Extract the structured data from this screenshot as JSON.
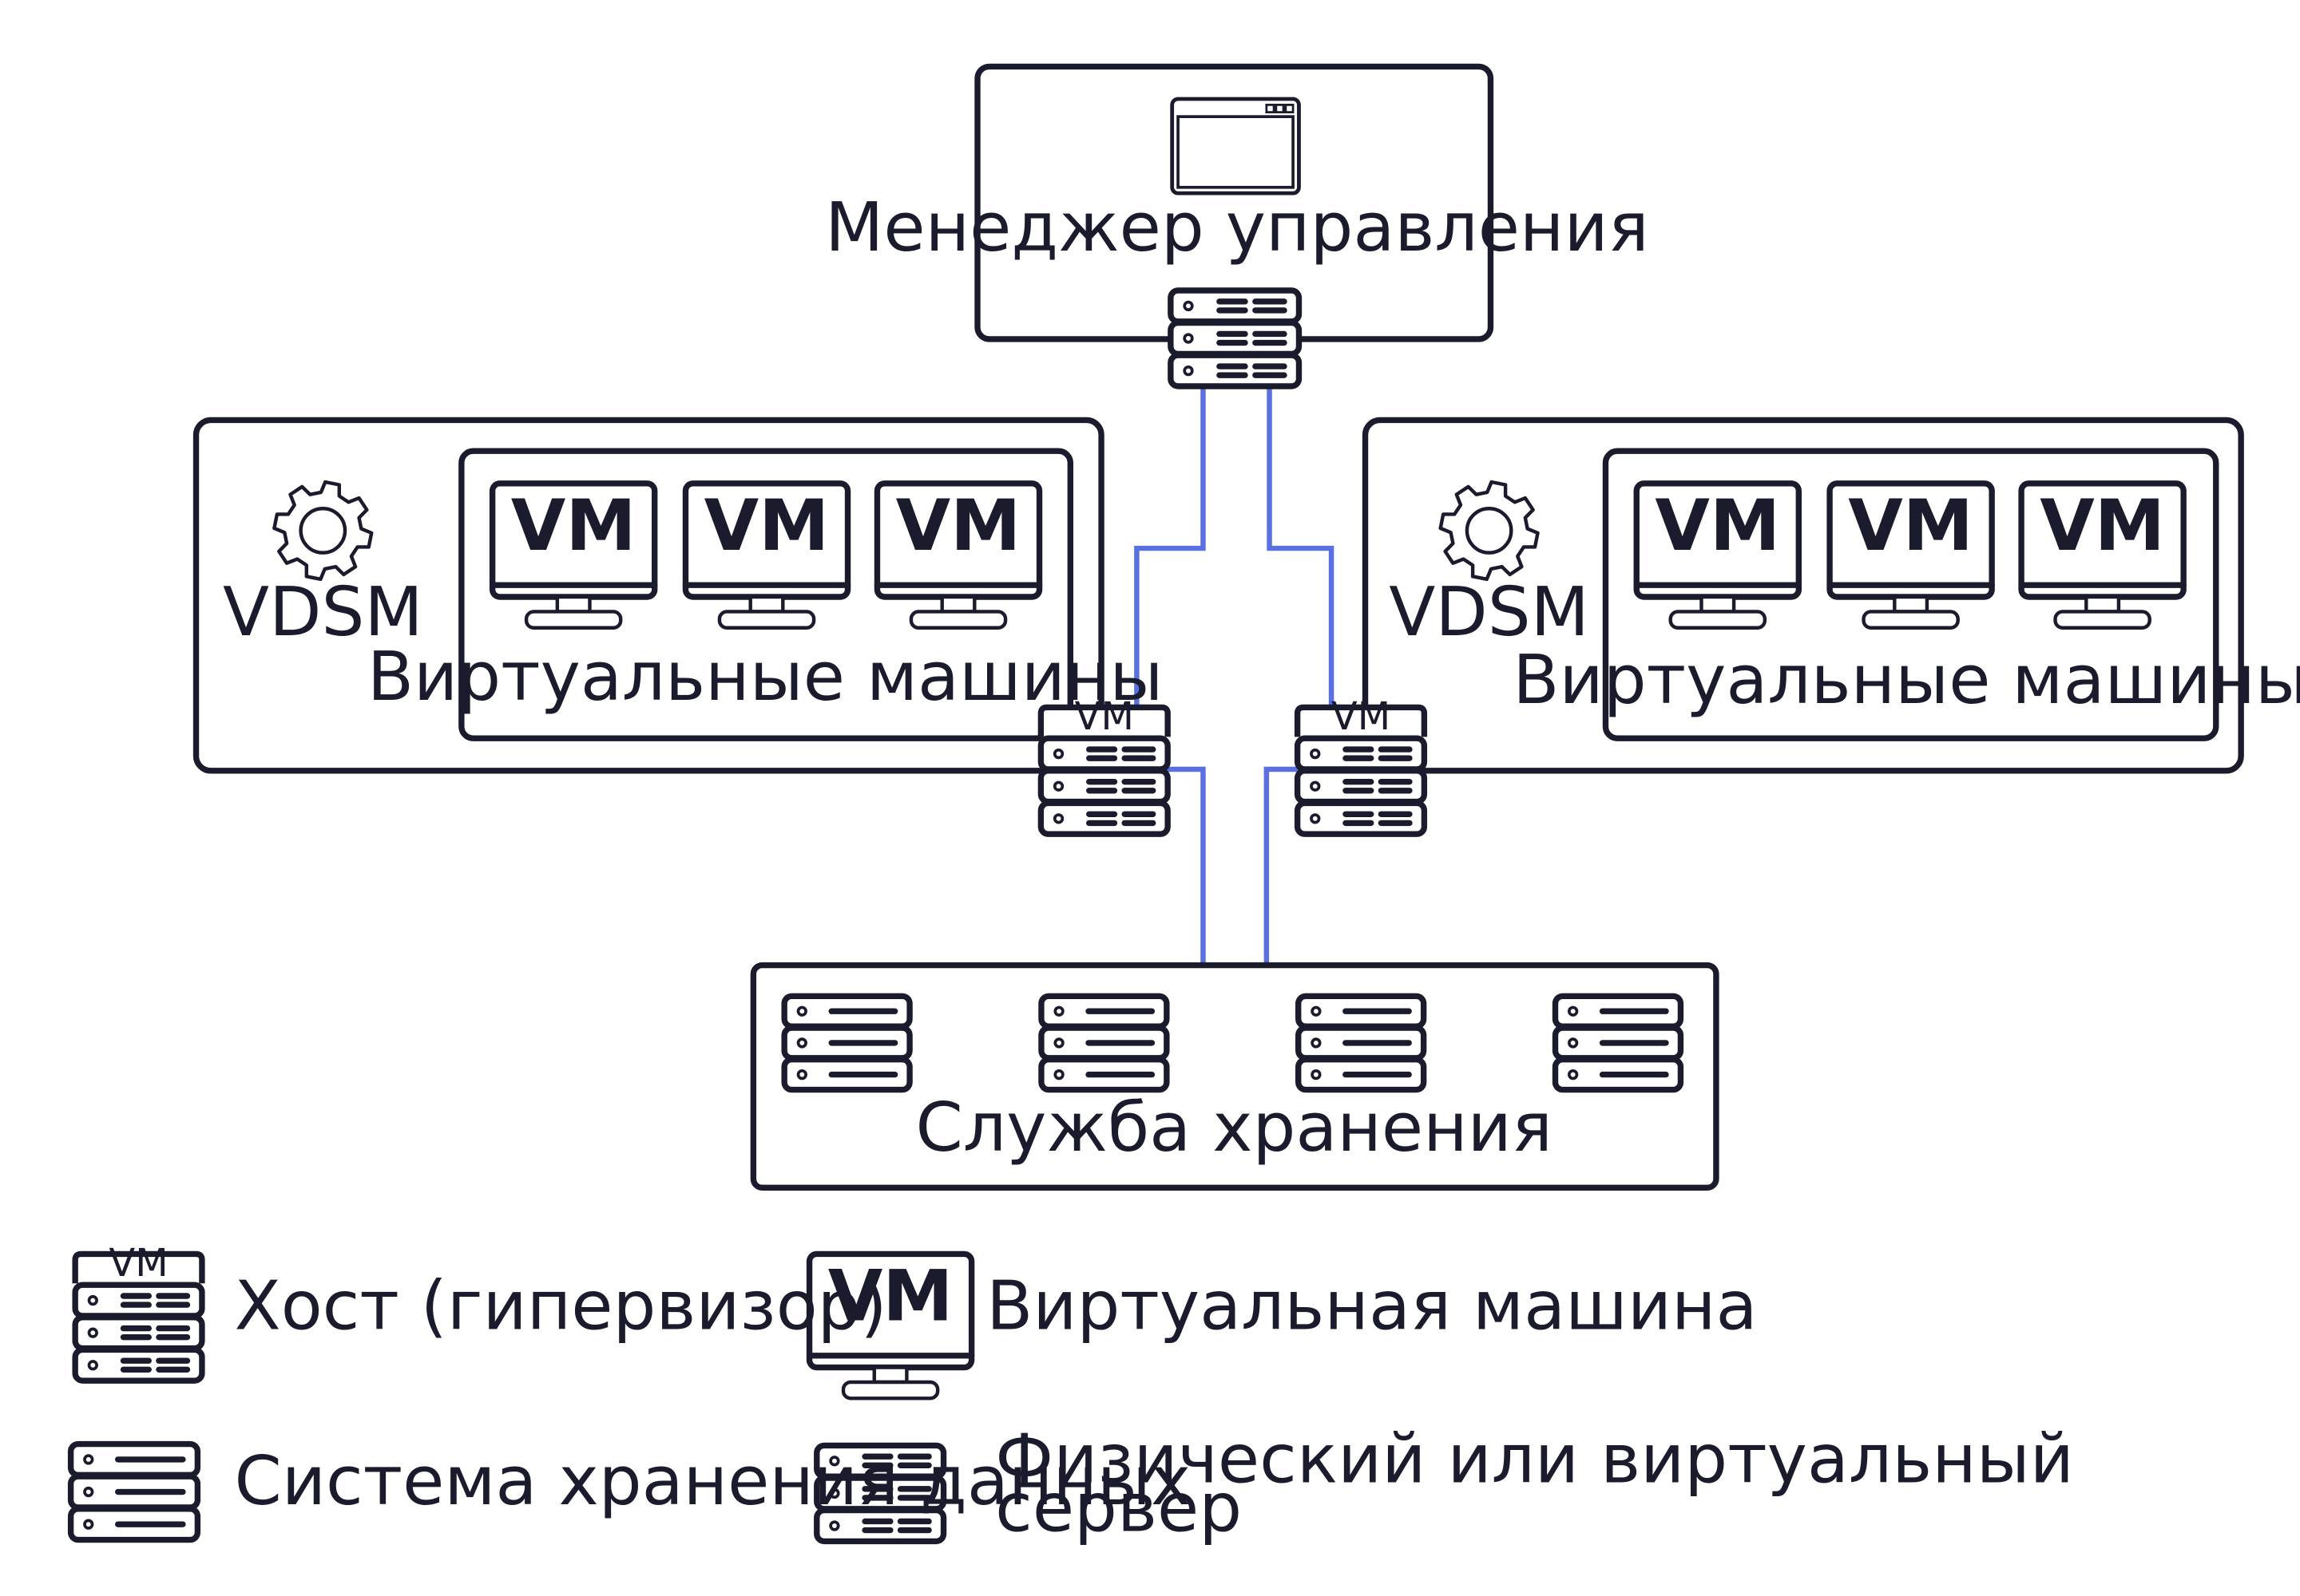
{
  "manager": {
    "label": "Менеджер управления"
  },
  "hosts": [
    {
      "agent_label": "VDSM",
      "vm_group_label": "Виртуальные машины",
      "vm_labels": [
        "VM",
        "VM",
        "VM"
      ],
      "host_tab": "VM"
    },
    {
      "agent_label": "VDSM",
      "vm_group_label": "Виртуальные машины",
      "vm_labels": [
        "VM",
        "VM",
        "VM"
      ],
      "host_tab": "VM"
    }
  ],
  "storage": {
    "label": "Служба хранения",
    "units": 4
  },
  "legend": {
    "host": {
      "tab": "VM",
      "label": "Хост (гипервизор)"
    },
    "vm": {
      "icon_text": "VM",
      "label": "Виртуальная машина"
    },
    "storage": {
      "label": "Система хранения данных"
    },
    "server": {
      "line1": "Физический или виртуальный",
      "line2": "сервер"
    }
  },
  "colors": {
    "stroke": "#1b1b2e",
    "link": "#5a6fe0",
    "background": "#ffffff"
  },
  "icons": [
    "browser-window-icon",
    "server-icon",
    "gear-icon",
    "monitor-icon",
    "storage-icon",
    "hypervisor-host-icon"
  ]
}
